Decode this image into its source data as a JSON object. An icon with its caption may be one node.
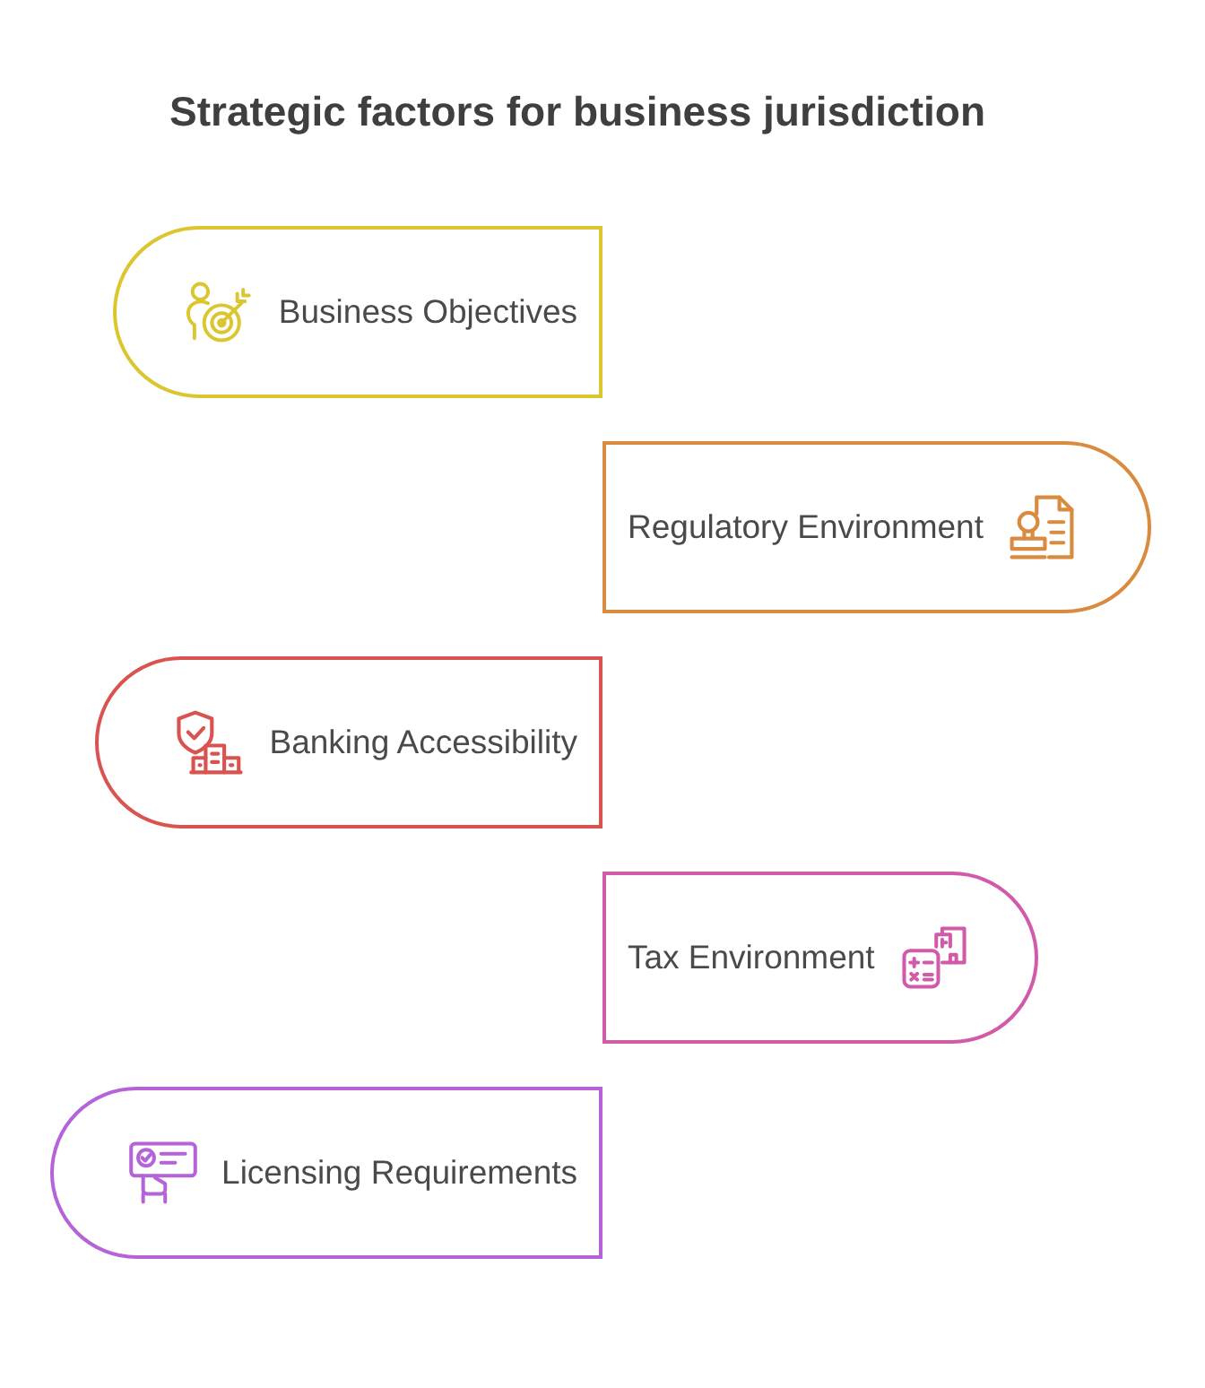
{
  "diagram": {
    "title": "Strategic factors for business jurisdiction",
    "nodes": [
      {
        "text": [
          "Business Objectives"
        ]
      },
      {
        "text": [
          "Regulatory Environment"
        ]
      },
      {
        "text": [
          "Banking Accessibility"
        ]
      },
      {
        "text": [
          "Tax Environment"
        ]
      },
      {
        "text": [
          "Licensing Requirements"
        ]
      }
    ]
  }
}
